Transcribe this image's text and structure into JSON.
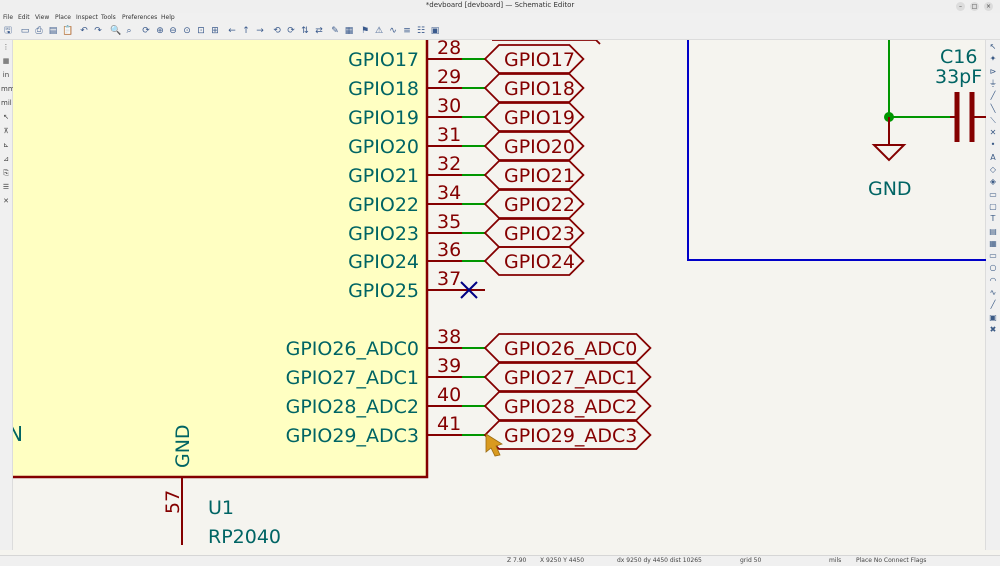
{
  "window": {
    "title": "*devboard [devboard] — Schematic Editor"
  },
  "menu": [
    "File",
    "Edit",
    "View",
    "Place",
    "Inspect",
    "Tools",
    "Preferences",
    "Help"
  ],
  "toolbar_icons": [
    "save-icon",
    "page-settings-icon",
    "print-icon",
    "plot-icon",
    "paste-icon",
    "undo-icon",
    "redo-icon",
    "find-icon",
    "find-replace-icon",
    "refresh-icon",
    "zoom-in-icon",
    "zoom-out-icon",
    "zoom-fit-icon",
    "zoom-objects-icon",
    "zoom-selection-icon",
    "navigate-back-icon",
    "navigate-up-icon",
    "navigate-forward-icon",
    "rotate-ccw-icon",
    "rotate-cw-icon",
    "mirror-v-icon",
    "mirror-h-icon",
    "symbol-editor-icon",
    "symbol-browser-icon",
    "annotate-icon",
    "erc-icon",
    "sim-icon",
    "netlist-icon",
    "bom-icon",
    "pcb-icon"
  ],
  "left_tools": [
    "grid-icon",
    "grid-overrides-icon",
    "units-in-icon",
    "units-mm-icon",
    "units-mils-icon",
    "cursor-icon",
    "hidden-pins-icon",
    "wire-angle-icon",
    "free-angle-icon",
    "hierarchy-icon",
    "properties-icon",
    "scripting-icon"
  ],
  "right_tools": [
    "select-icon",
    "highlight-net-icon",
    "add-symbol-icon",
    "add-power-icon",
    "add-wire-icon",
    "add-bus-icon",
    "wire-bus-entry-icon",
    "no-connect-icon",
    "junction-icon",
    "net-label-icon",
    "global-label-icon",
    "hier-label-icon",
    "sheet-icon",
    "import-pin-icon",
    "text-icon",
    "textbox-icon",
    "table-icon",
    "rectangle-icon",
    "circle-icon",
    "arc-icon",
    "bezier-icon",
    "line-icon",
    "image-icon",
    "delete-icon"
  ],
  "schematic": {
    "left_pins": [
      {
        "name": "GPIO17",
        "num": "28",
        "label": "GPIO17"
      },
      {
        "name": "GPIO18",
        "num": "29",
        "label": "GPIO18"
      },
      {
        "name": "GPIO19",
        "num": "30",
        "label": "GPIO19"
      },
      {
        "name": "GPIO20",
        "num": "31",
        "label": "GPIO20"
      },
      {
        "name": "GPIO21",
        "num": "32",
        "label": "GPIO21"
      },
      {
        "name": "GPIO22",
        "num": "34",
        "label": "GPIO22"
      },
      {
        "name": "GPIO23",
        "num": "35",
        "label": "GPIO23"
      },
      {
        "name": "GPIO24",
        "num": "36",
        "label": "GPIO24"
      },
      {
        "name": "GPIO25",
        "num": "37",
        "label": ""
      },
      {
        "name": "GPIO26_ADC0",
        "num": "38",
        "label": "GPIO26_ADC0"
      },
      {
        "name": "GPIO27_ADC1",
        "num": "39",
        "label": "GPIO27_ADC1"
      },
      {
        "name": "GPIO28_ADC2",
        "num": "40",
        "label": "GPIO28_ADC2"
      },
      {
        "name": "GPIO29_ADC3",
        "num": "41",
        "label": "GPIO29_ADC3"
      }
    ],
    "gnd_pin_name": "GND",
    "gnd_pin_num": "57",
    "ref": "U1",
    "value": "RP2040",
    "partial_letter": "N",
    "cap_ref": "C16",
    "cap_value": "33pF",
    "gnd_label": "GND"
  },
  "status": {
    "z": "Z 7.90",
    "xy": "X 9250  Y 4450",
    "dxy": "dx 9250  dy 4450  dist 10265",
    "grid": "grid 50",
    "units": "mils",
    "mode": "Place No Connect Flags"
  },
  "colors": {
    "symbol_fill": "#ffffc2",
    "body_outline": "#840000",
    "pin_text": "#006464",
    "label": "#840000",
    "wire": "#009600",
    "sheet": "#0000c8",
    "no_connect": "#000084",
    "background": "#f5f4ef"
  }
}
